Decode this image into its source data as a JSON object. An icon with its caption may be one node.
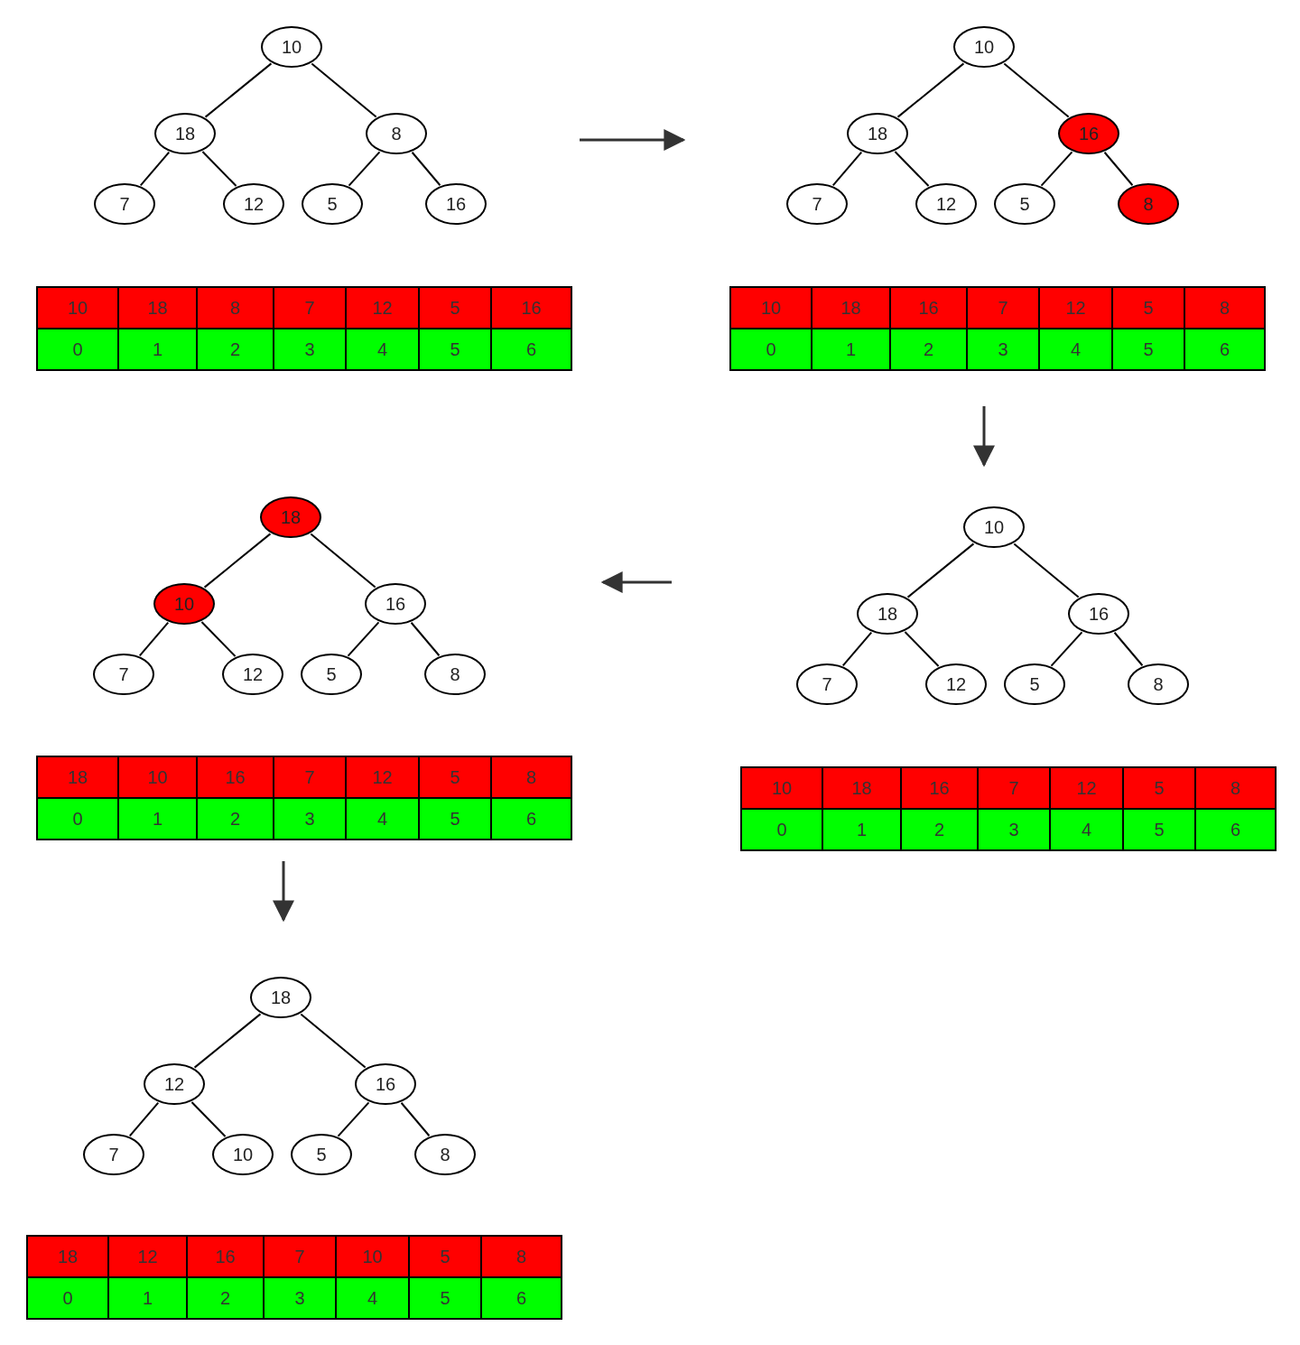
{
  "diagram": {
    "nodes": [
      {
        "text": [
          "10"
        ]
      },
      {
        "text": [
          "18"
        ]
      },
      {
        "text": [
          "8"
        ]
      },
      {
        "text": [
          "7"
        ]
      },
      {
        "text": [
          "12"
        ]
      },
      {
        "text": [
          "5"
        ]
      },
      {
        "text": [
          "16"
        ]
      },
      {
        "text": [
          "10"
        ]
      },
      {
        "text": [
          "18"
        ]
      },
      {
        "text": [
          "16"
        ]
      },
      {
        "text": [
          "7"
        ]
      },
      {
        "text": [
          "12"
        ]
      },
      {
        "text": [
          "5"
        ]
      },
      {
        "text": [
          "8"
        ]
      },
      {
        "text": [
          "18"
        ]
      },
      {
        "text": [
          "10"
        ]
      },
      {
        "text": [
          "16"
        ]
      },
      {
        "text": [
          "7"
        ]
      },
      {
        "text": [
          "12"
        ]
      },
      {
        "text": [
          "5"
        ]
      },
      {
        "text": [
          "8"
        ]
      },
      {
        "text": [
          "10"
        ]
      },
      {
        "text": [
          "18"
        ]
      },
      {
        "text": [
          "16"
        ]
      },
      {
        "text": [
          "7"
        ]
      },
      {
        "text": [
          "12"
        ]
      },
      {
        "text": [
          "5"
        ]
      },
      {
        "text": [
          "8"
        ]
      },
      {
        "text": [
          "18"
        ]
      },
      {
        "text": [
          "12"
        ]
      },
      {
        "text": [
          "16"
        ]
      },
      {
        "text": [
          "7"
        ]
      },
      {
        "text": [
          "10"
        ]
      },
      {
        "text": [
          "5"
        ]
      },
      {
        "text": [
          "8"
        ]
      }
    ],
    "edges": [
      {
        "from": 0,
        "to": 1,
        "arrow": "none"
      },
      {
        "from": 0,
        "to": 2,
        "arrow": "none"
      },
      {
        "from": 1,
        "to": 3,
        "arrow": "none"
      },
      {
        "from": 1,
        "to": 4,
        "arrow": "none"
      },
      {
        "from": 2,
        "to": 5,
        "arrow": "none"
      },
      {
        "from": 2,
        "to": 6,
        "arrow": "none"
      },
      {
        "from": 7,
        "to": 8,
        "arrow": "none"
      },
      {
        "from": 7,
        "to": 9,
        "arrow": "none"
      },
      {
        "from": 8,
        "to": 10,
        "arrow": "none"
      },
      {
        "from": 8,
        "to": 11,
        "arrow": "none"
      },
      {
        "from": 9,
        "to": 12,
        "arrow": "none"
      },
      {
        "from": 9,
        "to": 13,
        "arrow": "none"
      },
      {
        "from": 14,
        "to": 15,
        "arrow": "none"
      },
      {
        "from": 14,
        "to": 16,
        "arrow": "none"
      },
      {
        "from": 15,
        "to": 17,
        "arrow": "none"
      },
      {
        "from": 15,
        "to": 18,
        "arrow": "none"
      },
      {
        "from": 16,
        "to": 19,
        "arrow": "none"
      },
      {
        "from": 16,
        "to": 20,
        "arrow": "none"
      },
      {
        "from": 21,
        "to": 22,
        "arrow": "none"
      },
      {
        "from": 21,
        "to": 23,
        "arrow": "none"
      },
      {
        "from": 22,
        "to": 24,
        "arrow": "none"
      },
      {
        "from": 22,
        "to": 25,
        "arrow": "none"
      },
      {
        "from": 23,
        "to": 26,
        "arrow": "none"
      },
      {
        "from": 23,
        "to": 27,
        "arrow": "none"
      },
      {
        "from": 28,
        "to": 29,
        "arrow": "none"
      },
      {
        "from": 28,
        "to": 30,
        "arrow": "none"
      },
      {
        "from": 29,
        "to": 31,
        "arrow": "none"
      },
      {
        "from": 29,
        "to": 32,
        "arrow": "none"
      },
      {
        "from": 30,
        "to": 33,
        "arrow": "none"
      },
      {
        "from": 30,
        "to": 34,
        "arrow": "none"
      }
    ],
    "labels": [
      "10",
      "18",
      "8",
      "7",
      "12",
      "5",
      "16",
      "0",
      "1",
      "2",
      "3",
      "4",
      "5",
      "6",
      "10",
      "18",
      "16",
      "7",
      "12",
      "5",
      "8",
      "0",
      "1",
      "2",
      "3",
      "4",
      "5",
      "6",
      "18",
      "10",
      "16",
      "7",
      "12",
      "5",
      "8",
      "0",
      "1",
      "2",
      "3",
      "4",
      "5",
      "6",
      "10",
      "18",
      "16",
      "7",
      "12",
      "5",
      "8",
      "0",
      "1",
      "2",
      "3",
      "4",
      "5",
      "6",
      "18",
      "12",
      "16",
      "7",
      "10",
      "5",
      "8",
      "0",
      "1",
      "2",
      "3",
      "4",
      "5",
      "6"
    ]
  }
}
